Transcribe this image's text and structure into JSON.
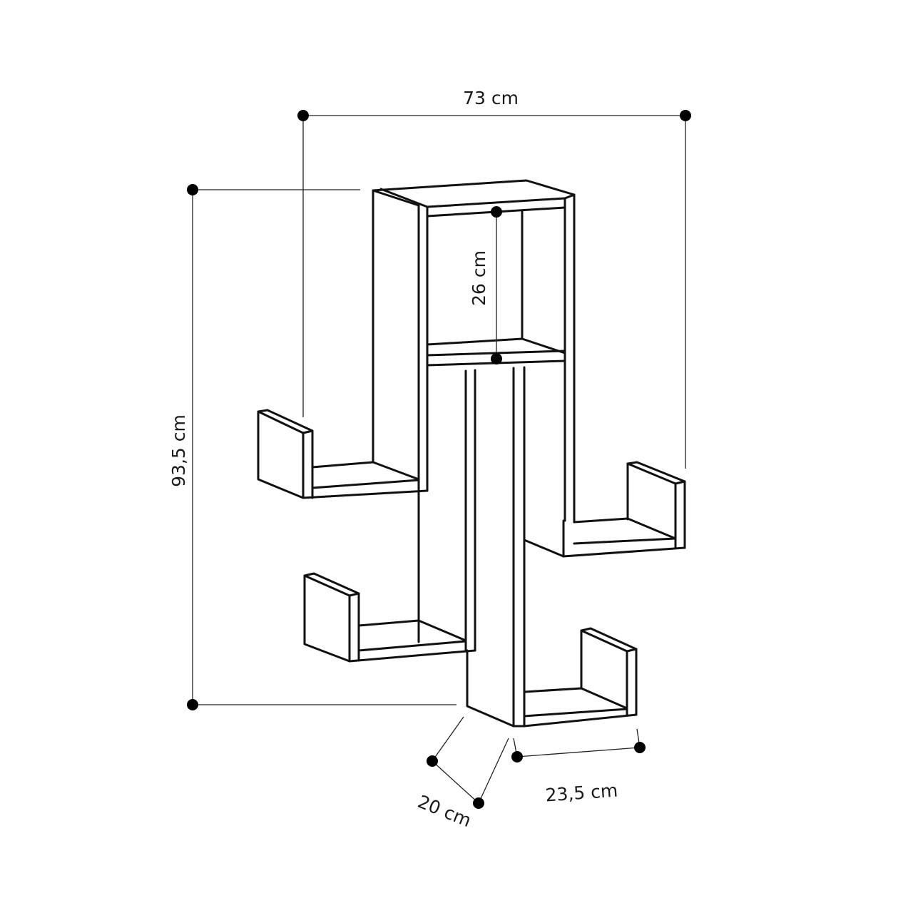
{
  "title": "Shelf dimensions",
  "dimensions": {
    "width": "73 cm",
    "height": "93,5 cm",
    "compartment_height": "26 cm",
    "depth": "20 cm",
    "arm_width": "23,5 cm"
  },
  "colors": {
    "line": "#111111",
    "background": "#ffffff"
  }
}
